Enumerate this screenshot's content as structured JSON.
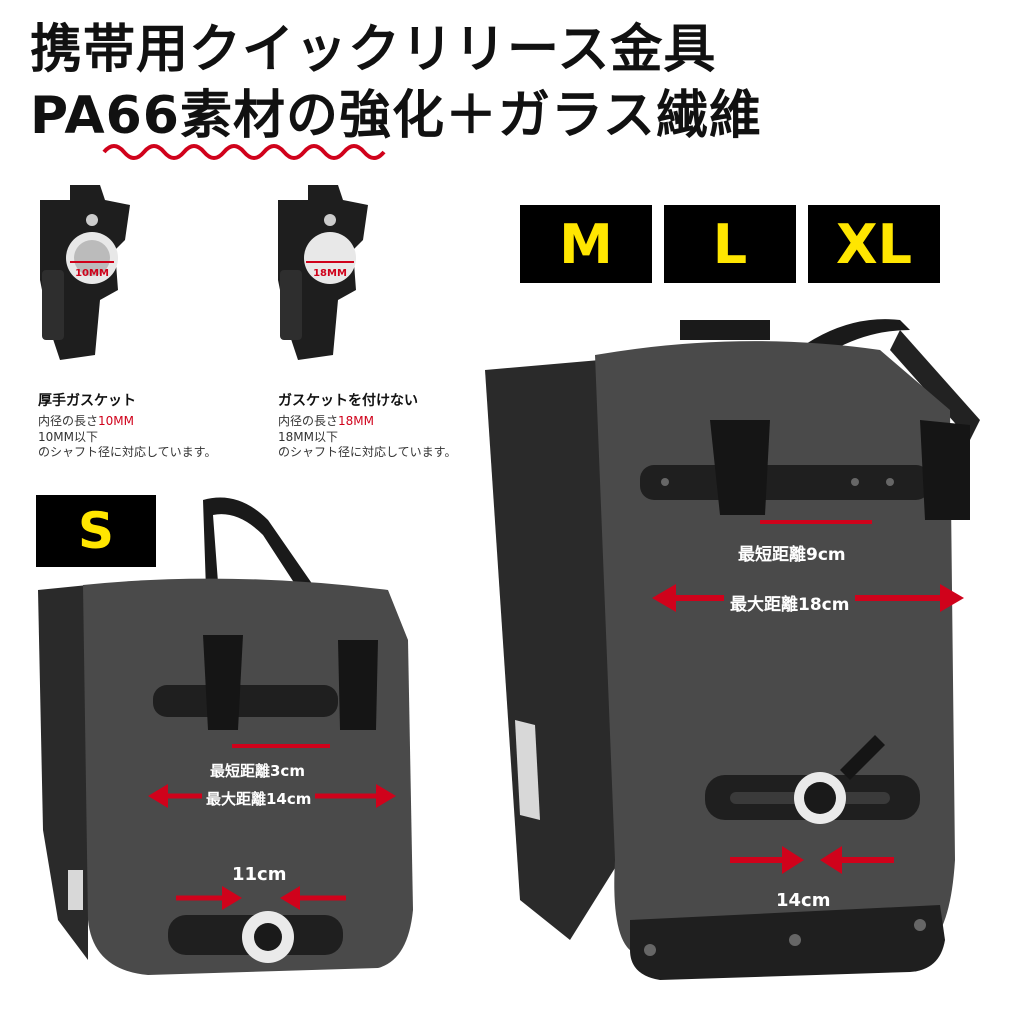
{
  "headline": {
    "line1": "携帯用クイックリリース金具",
    "line2": "PA66素材の強化＋ガラス繊維"
  },
  "sizes_large": [
    "M",
    "L",
    "XL"
  ],
  "size_small": "S",
  "clip_left": {
    "inner_label": "10MM",
    "title": "厚手ガスケット",
    "line1_prefix": "内径の長さ",
    "line1_value": "10MM",
    "line2": "10MM以下",
    "line3": "のシャフト径に対応しています。"
  },
  "clip_right": {
    "inner_label": "18MM",
    "title": "ガスケットを付けない",
    "line1_prefix": "内径の長さ",
    "line1_value": "18MM",
    "line2": "18MM以下",
    "line3": "のシャフト径に対応しています。"
  },
  "bag_large": {
    "min_distance": "最短距離9cm",
    "max_distance": "最大距離18cm",
    "bottom_width": "14cm"
  },
  "bag_small": {
    "min_distance": "最短距離3cm",
    "max_distance": "最大距離14cm",
    "bottom_width": "11cm"
  },
  "colors": {
    "accent_red": "#d0021b",
    "size_yellow": "#ffe600",
    "bag_gray": "#4a4a4a"
  }
}
